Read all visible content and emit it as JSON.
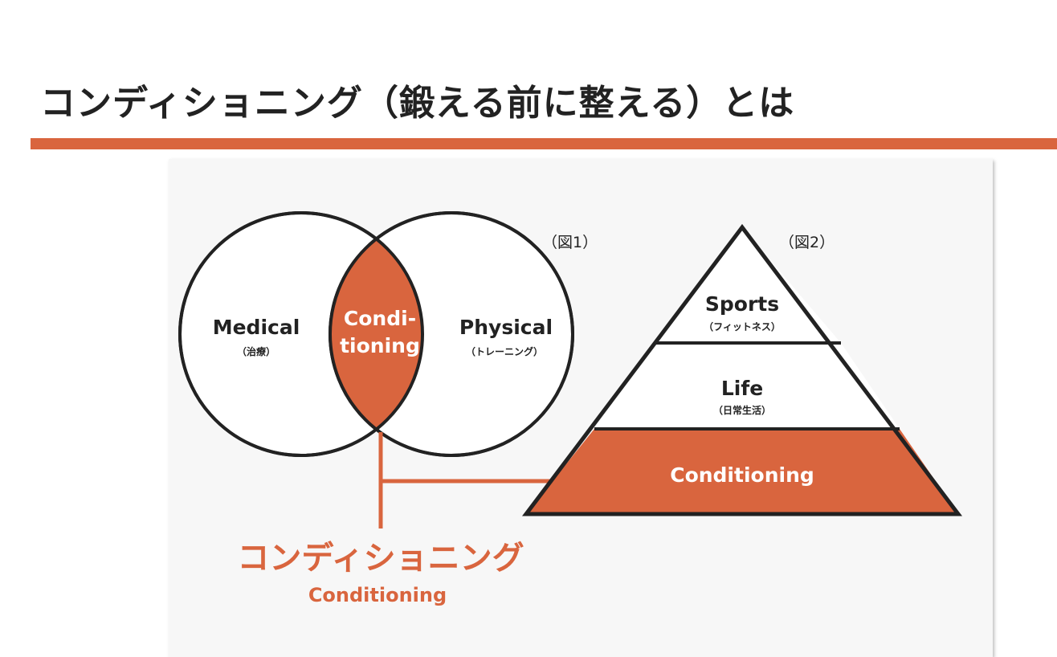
{
  "header": {
    "title": "コンディショニング（鍛える前に整える）とは"
  },
  "colors": {
    "accent": "#d9653e",
    "text": "#222222",
    "card": "#f7f7f7"
  },
  "figure1": {
    "label": "（図1）",
    "left_circle": {
      "title": "Medical",
      "sub": "（治療）"
    },
    "intersection": {
      "line1": "Condi-",
      "line2": "tioning"
    },
    "right_circle": {
      "title": "Physical",
      "sub": "（トレーニング）"
    }
  },
  "figure2": {
    "label": "（図2）",
    "tiers": [
      {
        "title": "Sports",
        "sub": "（フィットネス）"
      },
      {
        "title": "Life",
        "sub": "（日常生活）"
      },
      {
        "title": "Conditioning"
      }
    ]
  },
  "caption": {
    "ja": "コンディショニング",
    "en": "Conditioning"
  }
}
